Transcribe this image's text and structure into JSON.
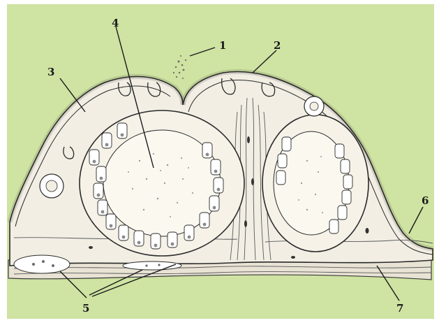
{
  "figure": {
    "callouts": [
      {
        "id": "c1",
        "label": "1"
      },
      {
        "id": "c2",
        "label": "2"
      },
      {
        "id": "c3",
        "label": "3"
      },
      {
        "id": "c4",
        "label": "4"
      },
      {
        "id": "c5",
        "label": "5"
      },
      {
        "id": "c6",
        "label": "6"
      },
      {
        "id": "c7",
        "label": "7"
      }
    ],
    "colors": {
      "background": "#cfe3a2",
      "tissue": "#f2eee4",
      "ink": "#2a2a2a",
      "stroma": "#5a5a5a"
    }
  }
}
